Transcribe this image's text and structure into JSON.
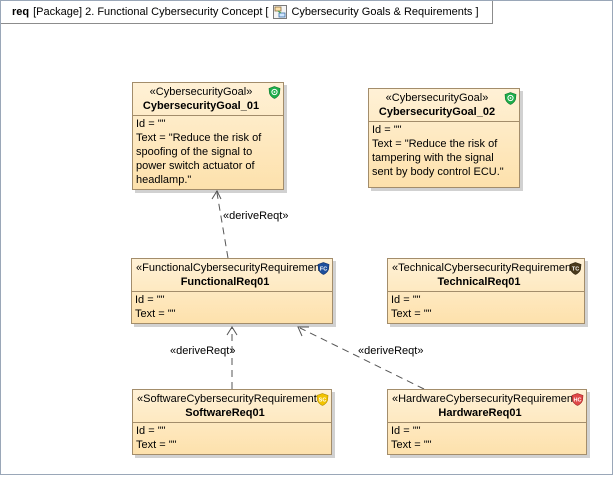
{
  "header": {
    "keyword": "req",
    "package": "[Package] 2. Functional Cybersecurity Concept",
    "open_bracket": "[",
    "diagram_name": "Cybersecurity Goals & Requirements",
    "close_bracket": "]",
    "diagram_icon": "requirements-diagram-icon"
  },
  "colors": {
    "block_fill_top": "#fff1d6",
    "block_fill_bottom": "#fde1ac",
    "block_border": "#a38d6b",
    "goal_badge": "#1fae4b",
    "fc_badge": "#1e4f9c",
    "tc_badge": "#4a3a1c",
    "sc_badge": "#f2c300",
    "hc_badge": "#e04848"
  },
  "blocks": {
    "goal1": {
      "stereotype": "«CybersecurityGoal»",
      "name": "CybersecurityGoal_01",
      "id_line": "Id = \"\"",
      "text_lines": [
        "Text = \"Reduce the risk of",
        "spoofing of the signal to",
        "power switch actuator of",
        "headlamp.\""
      ],
      "badge_icon": "cybersecurity-goal-icon"
    },
    "goal2": {
      "stereotype": "«CybersecurityGoal»",
      "name": "CybersecurityGoal_02",
      "id_line": "Id = \"\"",
      "text_lines": [
        "Text = \"Reduce the risk of",
        "tampering with the signal",
        "sent by body control ECU.\""
      ],
      "badge_icon": "cybersecurity-goal-icon"
    },
    "func": {
      "stereotype": "«FunctionalCybersecurityRequirement»",
      "name": "FunctionalReq01",
      "id_line": "Id = \"\"",
      "text_lines": [
        "Text = \"\""
      ],
      "badge_icon": "fc-badge-icon",
      "badge_text": "FC"
    },
    "tech": {
      "stereotype": "«TechnicalCybersecurityRequirement»",
      "name": "TechnicalReq01",
      "id_line": "Id = \"\"",
      "text_lines": [
        "Text = \"\""
      ],
      "badge_icon": "tc-badge-icon",
      "badge_text": "TC"
    },
    "soft": {
      "stereotype": "«SoftwareCybersecurityRequirement»",
      "name": "SoftwareReq01",
      "id_line": "Id = \"\"",
      "text_lines": [
        "Text = \"\""
      ],
      "badge_icon": "sc-badge-icon",
      "badge_text": "SC"
    },
    "hard": {
      "stereotype": "«HardwareCybersecurityRequirement»",
      "name": "HardwareReq01",
      "id_line": "Id = \"\"",
      "text_lines": [
        "Text = \"\""
      ],
      "badge_icon": "hc-badge-icon",
      "badge_text": "HC"
    }
  },
  "relations": {
    "derive1": "«deriveReqt»",
    "derive2": "«deriveReqt»",
    "derive3": "«deriveReqt»"
  }
}
